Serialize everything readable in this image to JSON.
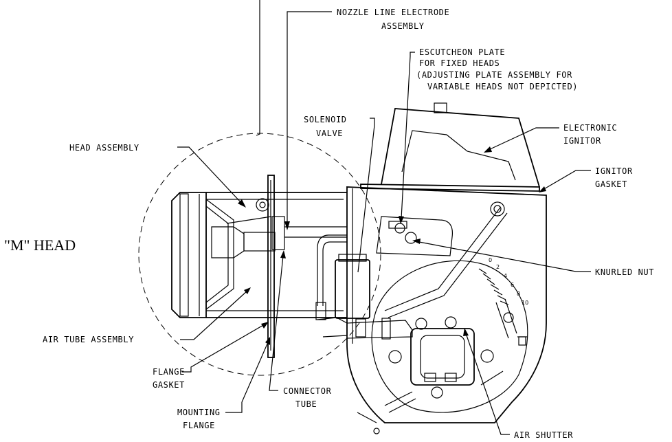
{
  "labels": {
    "nozzle_line_electrode": [
      "NOZZLE LINE ELECTRODE",
      "ASSEMBLY"
    ],
    "escutcheon_plate": [
      "ESCUTCHEON PLATE",
      "FOR FIXED HEADS",
      "(ADJUSTING PLATE ASSEMBLY FOR",
      "VARIABLE HEADS NOT DEPICTED)"
    ],
    "solenoid_valve": [
      "SOLENOID",
      "VALVE"
    ],
    "electronic_ignitor": [
      "ELECTRONIC",
      "IGNITOR"
    ],
    "head_assembly": "HEAD ASSEMBLY",
    "ignitor_gasket": [
      "IGNITOR",
      "GASKET"
    ],
    "m_head": "\"M\"  HEAD",
    "knurled_nut": "KNURLED NUT",
    "air_tube_assembly": "AIR TUBE ASSEMBLY",
    "flange_gasket": [
      "FLANGE",
      "GASKET"
    ],
    "connector_tube": [
      "CONNECTOR",
      "TUBE"
    ],
    "mounting_flange": [
      "MOUNTING",
      "FLANGE"
    ],
    "air_shutter": "AIR SHUTTER"
  },
  "dial": {
    "ticks": [
      "0",
      "2",
      "4",
      "6",
      "8",
      "10"
    ]
  }
}
